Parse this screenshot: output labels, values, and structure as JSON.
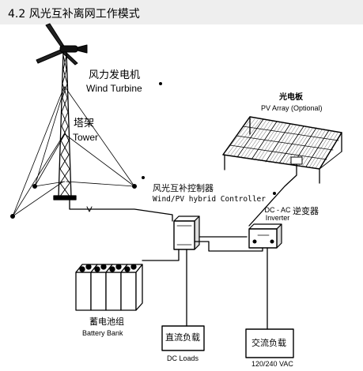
{
  "header": {
    "title": "4.2 风光互补离网工作模式"
  },
  "components": {
    "wind_turbine": {
      "zh": "风力发电机",
      "en": "Wind Turbine"
    },
    "tower": {
      "zh": "塔架",
      "en": "Tower"
    },
    "pv_array": {
      "zh": "光电板",
      "en": "PV Array (Optional)"
    },
    "controller": {
      "zh": "风光互补控制器",
      "en": "Wind/PV hybrid Controller"
    },
    "inverter": {
      "zh": "逆变器",
      "en": "DC - AC Inverter"
    },
    "battery": {
      "zh": "蓄电池组",
      "en": "Battery Bank"
    },
    "dc_load": {
      "zh": "直流负载",
      "en": "DC Loads"
    },
    "ac_load": {
      "zh": "交流负载",
      "en": "120/240 VAC"
    }
  }
}
